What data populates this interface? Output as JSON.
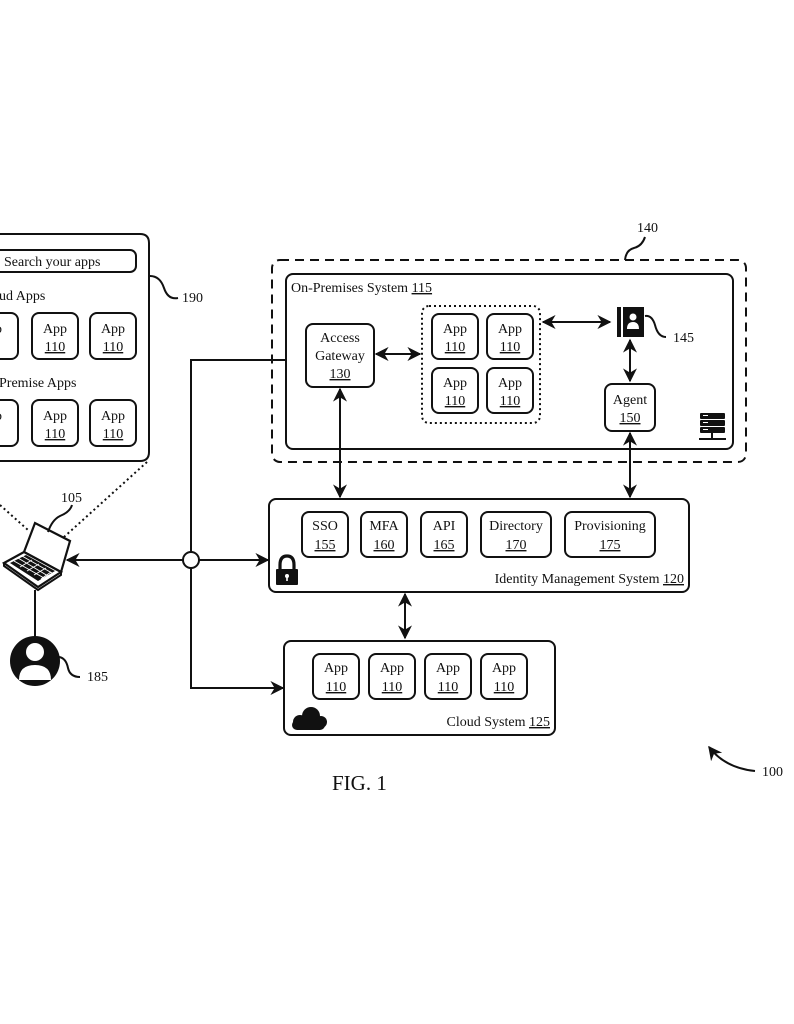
{
  "figure": {
    "caption": "FIG. 1",
    "system_ref": "100"
  },
  "app_portal": {
    "ref": "190",
    "search_placeholder": "Search your apps",
    "cloud_section_label": "ud Apps",
    "onprem_section_label": "Premise Apps",
    "cloud_apps": [
      {
        "label": "pp",
        "ref": "0"
      },
      {
        "label": "App",
        "ref": "110"
      },
      {
        "label": "App",
        "ref": "110"
      }
    ],
    "onprem_apps": [
      {
        "label": "pp",
        "ref": "0"
      },
      {
        "label": "App",
        "ref": "110"
      },
      {
        "label": "App",
        "ref": "110"
      }
    ]
  },
  "user_device": {
    "ref": "105"
  },
  "user": {
    "ref": "185"
  },
  "perimeter": {
    "ref": "140"
  },
  "on_premises_system": {
    "title": "On-Premises System",
    "ref": "115",
    "access_gateway": {
      "label_line1": "Access",
      "label_line2": "Gateway",
      "ref": "130"
    },
    "apps": [
      {
        "label": "App",
        "ref": "110"
      },
      {
        "label": "App",
        "ref": "110"
      },
      {
        "label": "App",
        "ref": "110"
      },
      {
        "label": "App",
        "ref": "110"
      }
    ],
    "directory_ref": "145",
    "agent": {
      "label": "Agent",
      "ref": "150"
    }
  },
  "identity_management_system": {
    "title": "Identity Management System",
    "ref": "120",
    "services": [
      {
        "label": "SSO",
        "ref": "155"
      },
      {
        "label": "MFA",
        "ref": "160"
      },
      {
        "label": "API",
        "ref": "165"
      },
      {
        "label": "Directory",
        "ref": "170"
      },
      {
        "label": "Provisioning",
        "ref": "175"
      }
    ]
  },
  "cloud_system": {
    "title": "Cloud System",
    "ref": "125",
    "apps": [
      {
        "label": "App",
        "ref": "110"
      },
      {
        "label": "App",
        "ref": "110"
      },
      {
        "label": "App",
        "ref": "110"
      },
      {
        "label": "App",
        "ref": "110"
      }
    ]
  }
}
